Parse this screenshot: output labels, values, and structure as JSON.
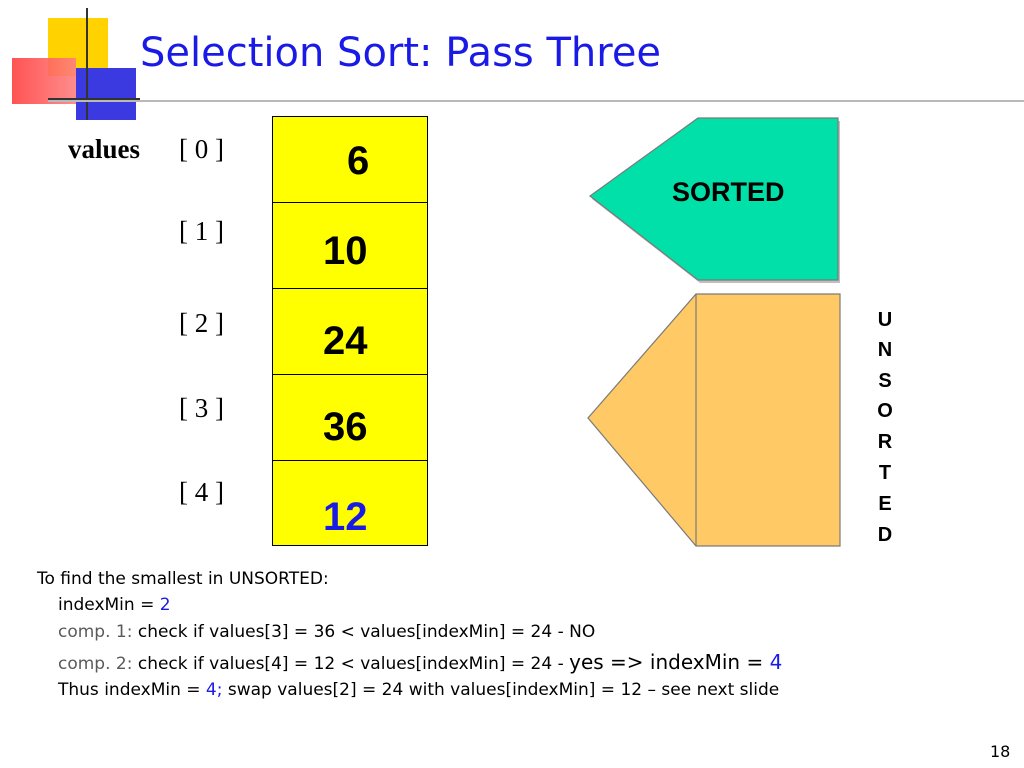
{
  "slide": {
    "title": "Selection Sort: Pass Three",
    "page_number": "18"
  },
  "array": {
    "name": "values",
    "indices": [
      "[ 0 ]",
      "[ 1 ]",
      "[ 2 ]",
      "[ 3 ]",
      "[ 4 ]"
    ],
    "values": [
      "6",
      "10",
      "24",
      "36",
      "12"
    ],
    "value_colors": [
      "#000000",
      "#000000",
      "#000000",
      "#000000",
      "#1a1ae6"
    ],
    "cell_color": "#ffff00"
  },
  "labels": {
    "sorted": "SORTED",
    "sorted_color": "#00e0a8",
    "unsorted_letters": [
      "U",
      "N",
      "S",
      "O",
      "R",
      "T",
      "E",
      "D"
    ],
    "unsorted_color": "#ffc966"
  },
  "notes": {
    "line1": "To find the smallest in UNSORTED:",
    "line2_a": "indexMin = ",
    "line2_b": "2",
    "line3_a": "comp. 1:",
    "line3_b": " check if values[3] = 36 < values[indexMin] = 24 - NO",
    "line4_a": "comp. 2:",
    "line4_b": " check if values[4] = 12 < values[indexMin] = 24 - ",
    "line4_c": "yes => indexMin = ",
    "line4_d": "4",
    "line5_a": "Thus indexMin = ",
    "line5_b": "4;",
    "line5_c": " swap values[2] = 24 with values[indexMin] = 12 – see next slide"
  }
}
